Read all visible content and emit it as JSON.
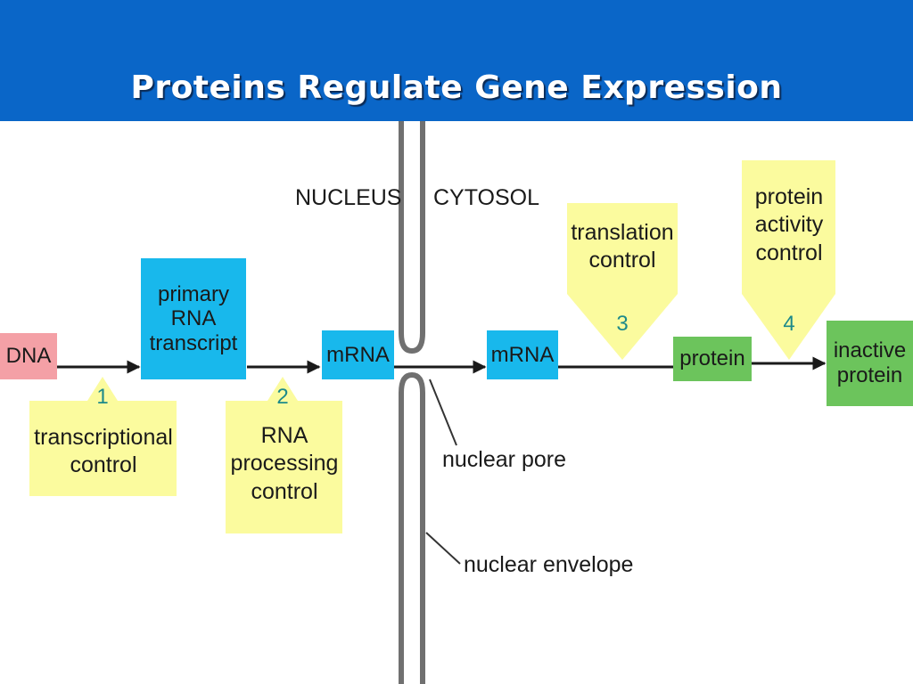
{
  "slide": {
    "title": "Proteins Regulate Gene Expression"
  },
  "compartments": {
    "nucleus": "NUCLEUS",
    "cytosol": "CYTOSOL"
  },
  "molecules": {
    "dna": "DNA",
    "primary_rna_transcript": "primary RNA transcript",
    "mrna_nucleus": "mRNA",
    "mrna_cytosol": "mRNA",
    "protein": "protein",
    "inactive_protein": "inactive protein"
  },
  "control_steps": [
    {
      "number": "1",
      "label": "transcriptional control"
    },
    {
      "number": "2",
      "label": "RNA processing control"
    },
    {
      "number": "3",
      "label": "translation control"
    },
    {
      "number": "4",
      "label": "protein activity control"
    }
  ],
  "annotations": {
    "nuclear_pore": "nuclear pore",
    "nuclear_envelope": "nuclear envelope"
  },
  "colors": {
    "title_bar": "#0a66c8",
    "dna_box": "#f4a0a6",
    "rna_box": "#18b8ec",
    "protein_box": "#6cc45c",
    "callout": "#fbfb9e",
    "step_number": "#1d8a8a",
    "membrane": "#707070"
  }
}
